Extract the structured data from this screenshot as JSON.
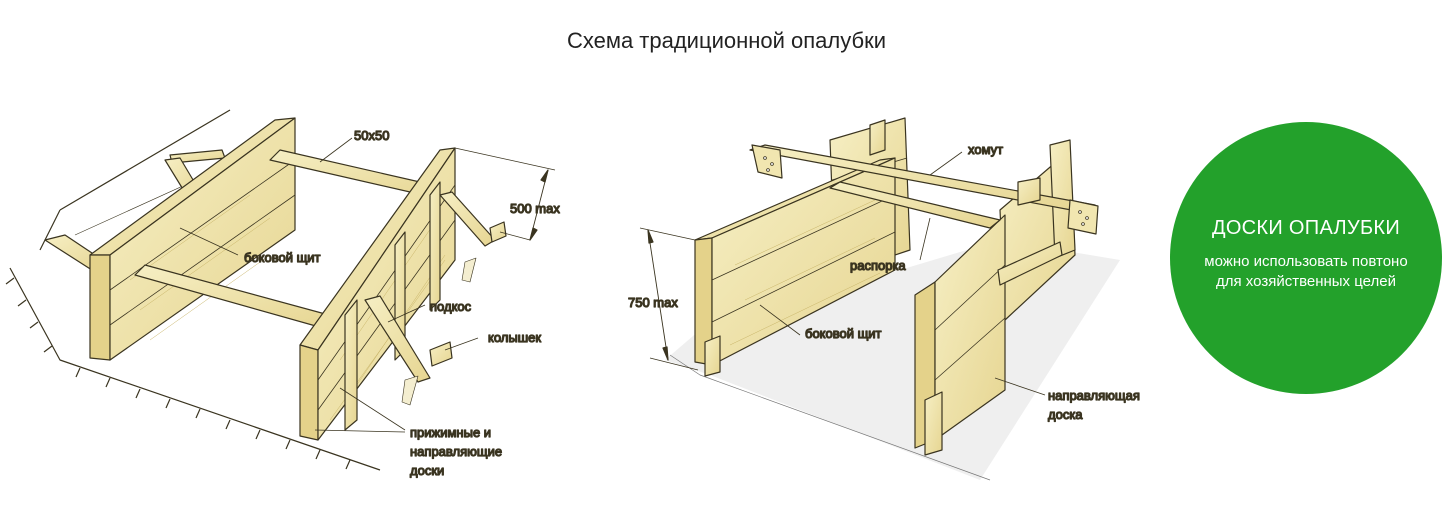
{
  "title": "Схема традиционной опалубки",
  "left_diagram": {
    "labels": {
      "beam_size": "50x50",
      "height_max": "500 max",
      "side_panel": "боковой щит",
      "brace": "подкос",
      "stake": "колышек",
      "clamp_boards_1": "прижимные и",
      "clamp_boards_2": "направляющие",
      "clamp_boards_3": "доски"
    }
  },
  "right_diagram": {
    "labels": {
      "clamp": "хомут",
      "spacer": "распорка",
      "height_max": "750 max",
      "side_panel": "боковой щит",
      "guide_board_1": "направляющая",
      "guide_board_2": "доска"
    }
  },
  "badge": {
    "title": "ДОСКИ ОПАЛУБКИ",
    "text": "можно использовать повтоно для хозяйственных целей",
    "color": "#23a12b"
  },
  "colors": {
    "wood": "#f3e9b3",
    "wood_dark": "#d9c67a",
    "outline": "#3a3420",
    "ground": "#eeeeee"
  }
}
